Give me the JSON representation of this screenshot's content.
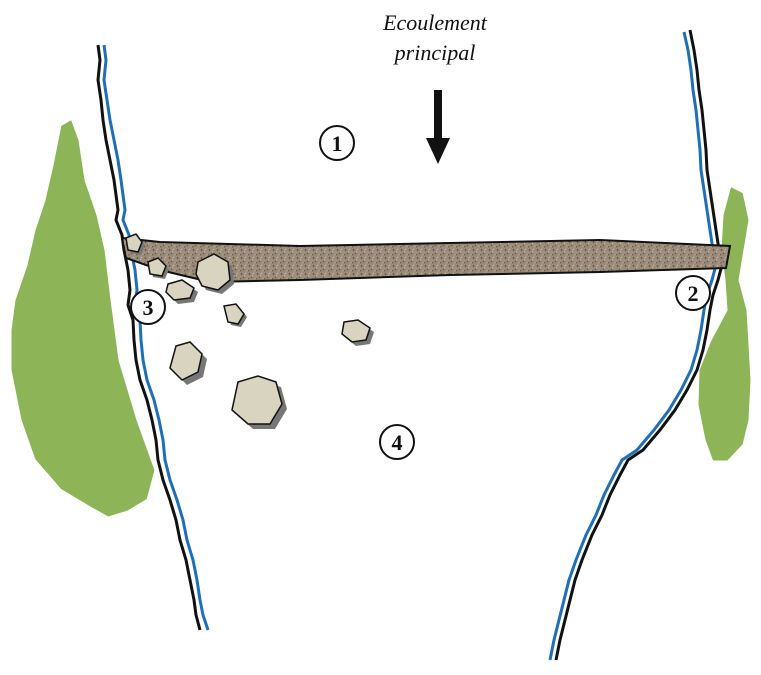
{
  "flow": {
    "line1": "Ecoulement",
    "line2": "principal"
  },
  "zones": [
    {
      "label": "1"
    },
    {
      "label": "2"
    },
    {
      "label": "3"
    },
    {
      "label": "4"
    }
  ],
  "colors": {
    "vegetation": "#8db557",
    "water_line": "#1f6fb5",
    "bank_line": "#111111",
    "weir": "#8a7a6a",
    "rock_fill": "#d8d4c0",
    "rock_shadow": "#777777"
  },
  "icons": {
    "flow_arrow": "arrow-down-icon"
  }
}
